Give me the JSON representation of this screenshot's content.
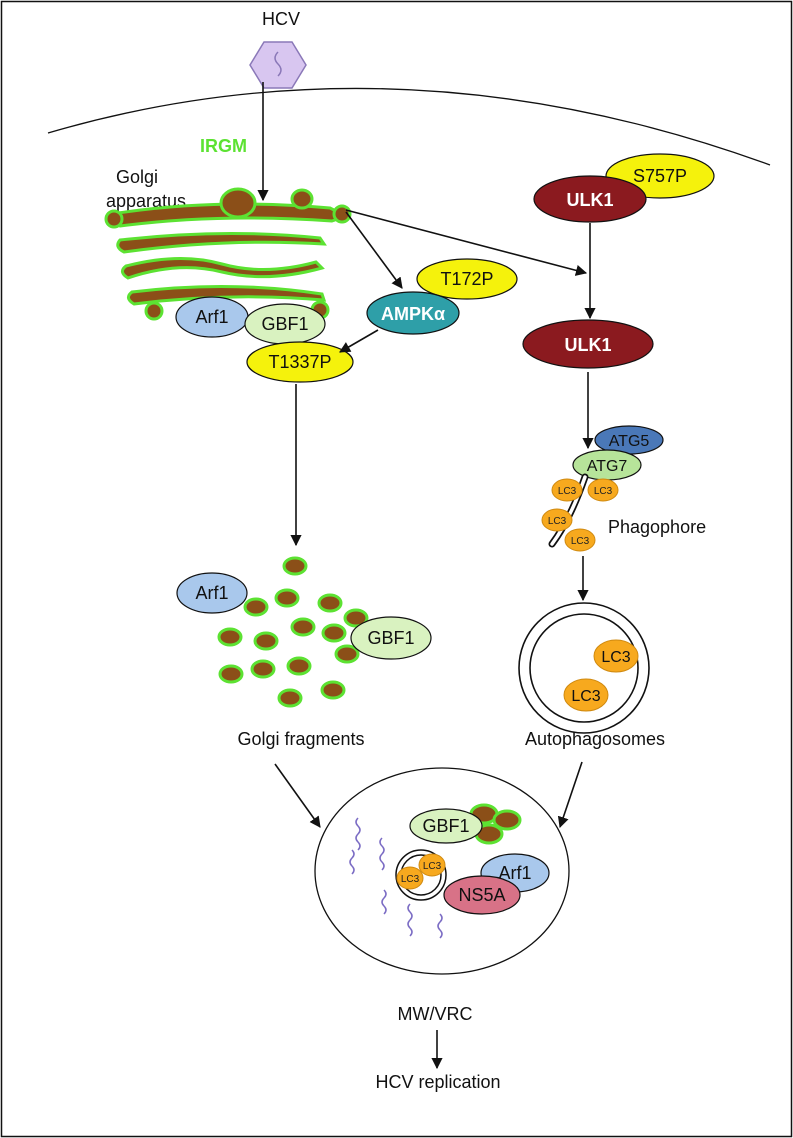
{
  "labels": {
    "hcv_top": "HCV",
    "irgm": "IRGM",
    "golgi_line1": "Golgi",
    "golgi_line2": "apparatus",
    "arf1": "Arf1",
    "gbf1": "GBF1",
    "t1337p": "T1337P",
    "t172p": "T172P",
    "ampk": "AMPKα",
    "ulk1_top": "ULK1",
    "s757p": "S757P",
    "ulk1_mid": "ULK1",
    "atg5": "ATG5",
    "atg7": "ATG7",
    "lc3": "LC3",
    "phagophore": "Phagophore",
    "golgi_fragments": "Golgi fragments",
    "autophagosomes": "Autophagosomes",
    "ns5a": "NS5A",
    "mw_vrc": "MW/VRC",
    "hcv_replication": "HCV replication"
  },
  "colors": {
    "golgi_brown": "#8B4F18",
    "golgi_green": "#5CE232",
    "irgm_green": "#5CE232",
    "arf1_blue": "#A9C8EC",
    "gbf1_green": "#D9F2C0",
    "phospho_yellow": "#F5F20C",
    "ampk_teal": "#2E9FA8",
    "ulk1_red": "#8B1A1F",
    "atg5_blue": "#4A78B8",
    "atg7_green": "#B7E49A",
    "lc3_orange": "#F7A91E",
    "ns5a_pink": "#D87287",
    "hcv_purple": "#D8C6F0",
    "rna_purple": "#7B6CC4"
  }
}
